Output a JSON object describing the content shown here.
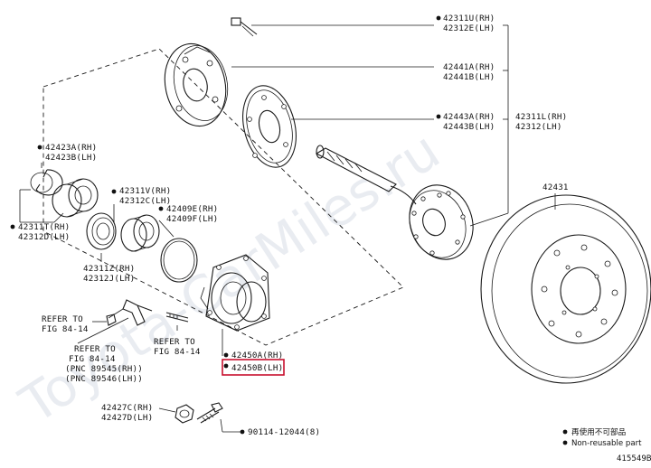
{
  "watermark": "Toyota-CarMiles.ru",
  "diagram_id": "415549B",
  "legend": {
    "line1": "再使用不可部品",
    "line2": "Non-reusable part"
  },
  "callouts": {
    "c1": [
      "42311U(RH)",
      "42312E(LH)"
    ],
    "c2": [
      "42441A(RH)",
      "42441B(LH)"
    ],
    "c3": [
      "42443A(RH)",
      "42443B(LH)"
    ],
    "c4": [
      "42311L(RH)",
      "42312(LH)"
    ],
    "c5": [
      "42431"
    ],
    "c6": [
      "42423A(RH)",
      "42423B(LH)"
    ],
    "c7": [
      "42311V(RH)",
      "42312C(LH)"
    ],
    "c8": [
      "42409E(RH)",
      "42409F(LH)"
    ],
    "c9": [
      "42311T(RH)",
      "42312D(LH)"
    ],
    "c10": [
      "42311Z(RH)",
      "42312J(LH)"
    ],
    "c11": [
      "42450A(RH)",
      "42450B(LH)"
    ],
    "c12": [
      "42427C(RH)",
      "42427D(LH)"
    ],
    "c13": [
      "90114-12044(8)"
    ]
  },
  "refs": {
    "r1": [
      "REFER TO",
      "FIG 84-14"
    ],
    "r2": [
      "REFER TO",
      "FIG 84-14"
    ],
    "r3": [
      "REFER TO",
      "FIG 84-14",
      "(PNC 89545(RH))",
      "(PNC 89546(LH))"
    ]
  }
}
